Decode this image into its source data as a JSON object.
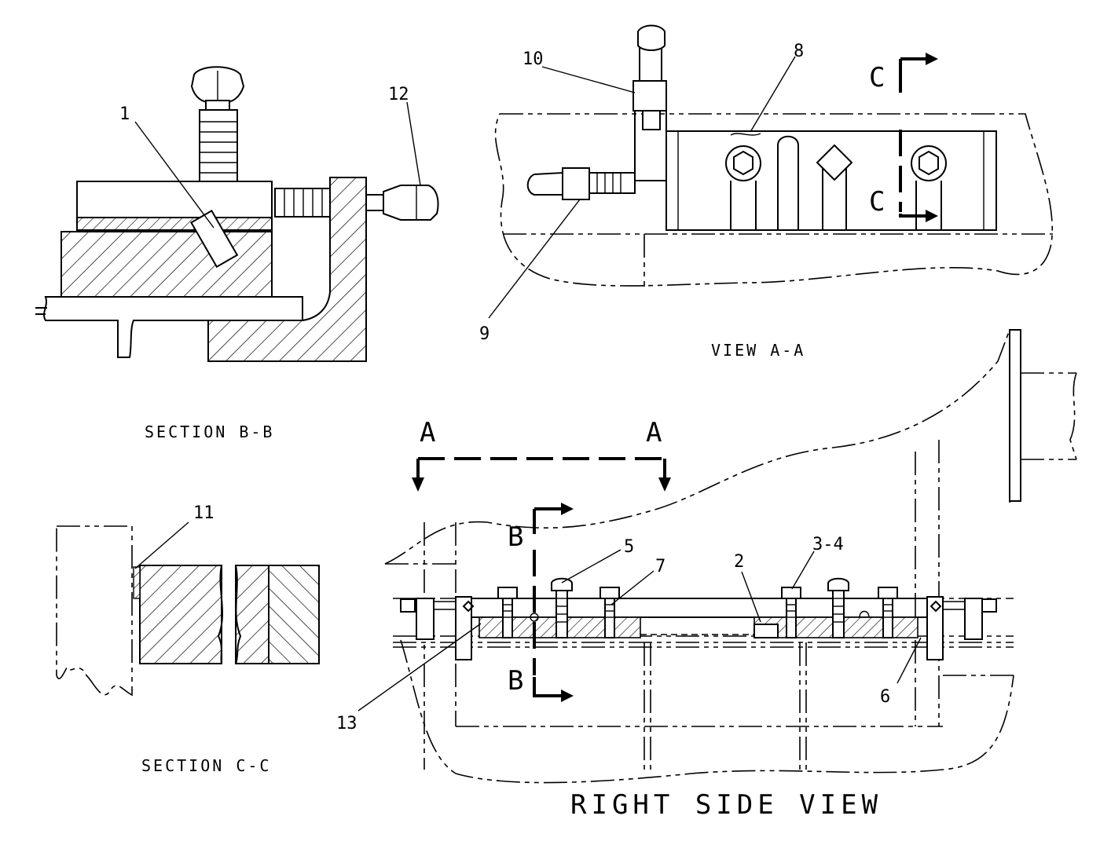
{
  "labels": {
    "section_bb": "SECTION B-B",
    "view_aa": "VIEW A-A",
    "section_cc": "SECTION C-C",
    "right_side_view": "RIGHT SIDE VIEW"
  },
  "section_markers": {
    "a_left": "A",
    "a_right": "A",
    "b_top": "B",
    "b_bottom": "B",
    "c_top": "C",
    "c_bottom": "C"
  },
  "callouts": {
    "c1": "1",
    "c2": "2",
    "c3_4": "3-4",
    "c5": "5",
    "c6": "6",
    "c7": "7",
    "c8": "8",
    "c9": "9",
    "c10": "10",
    "c11": "11",
    "c12": "12",
    "c13": "13"
  }
}
